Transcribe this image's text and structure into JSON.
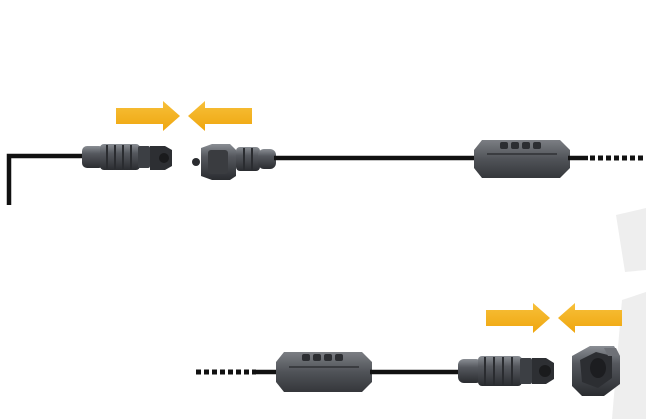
{
  "diagram": {
    "title": "",
    "colors": {
      "cable": "#111111",
      "arrow": "#F5B21A",
      "connector_body": "#4a4d52",
      "connector_dark": "#2b2d31",
      "connector_light": "#7d8187",
      "watermark": "#ededed"
    },
    "rows": [
      {
        "name": "top-row",
        "items": [
          "cable-end-bend",
          "male-connector",
          "female-connector",
          "inline-box",
          "dotted-continuation"
        ],
        "arrows": [
          "right",
          "left"
        ]
      },
      {
        "name": "bottom-row",
        "items": [
          "dotted-continuation",
          "inline-box",
          "male-connector",
          "end-cap"
        ],
        "arrows": [
          "right",
          "left"
        ]
      }
    ],
    "icons": {
      "arrow_right": "arrow-right-icon",
      "arrow_left": "arrow-left-icon",
      "connector": "connector-icon",
      "end_cap": "end-cap-icon",
      "inline_box": "junction-box-icon"
    }
  }
}
